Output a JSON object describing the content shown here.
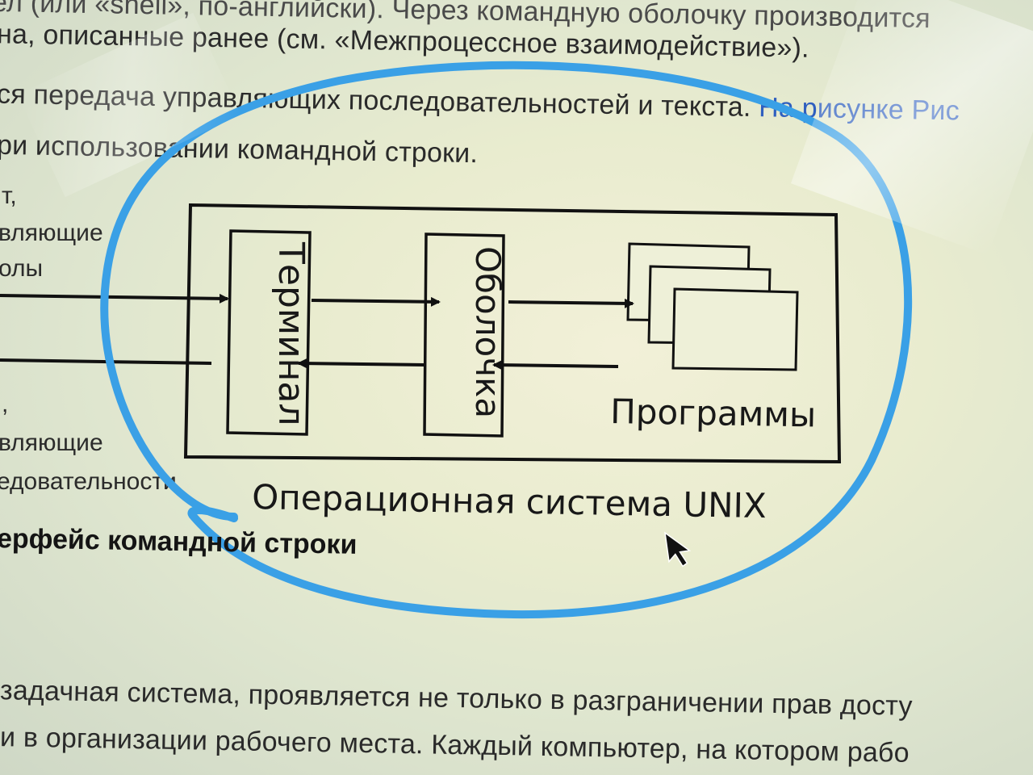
{
  "paragraph_top": {
    "line1": "ел (или «shell», по-английски). Через командную оболочку производится",
    "line2": "на, описанные ранее (см. «Межпроцессное взаимодействие»).",
    "line3_before": "ся передача управляющих последовательностей и текста.",
    "line3_link": " На рисунке Рис",
    "line4": "ри использовании командной строки."
  },
  "left_labels": {
    "l1": "т,",
    "l2": "вляющие",
    "l3": "олы",
    "l4": ",",
    "l5": "вляющие",
    "l6": "едовательности"
  },
  "diagram": {
    "terminal_label": "Терминал",
    "shell_label": "Оболочка",
    "programs_label": "Программы",
    "os_caption": "Операционная система UNIX"
  },
  "section_heading": "ерфейс командной строки",
  "paragraph_bottom": {
    "line1": "задачная система, проявляется не только в разграничении прав досту",
    "line2": "и в организации рабочего места. Каждый компьютер, на котором рабо"
  },
  "colors": {
    "annotation_circle": "#3aa0e6",
    "link": "#2f5fbf"
  },
  "icons": {
    "cursor": "mouse-pointer-icon"
  }
}
